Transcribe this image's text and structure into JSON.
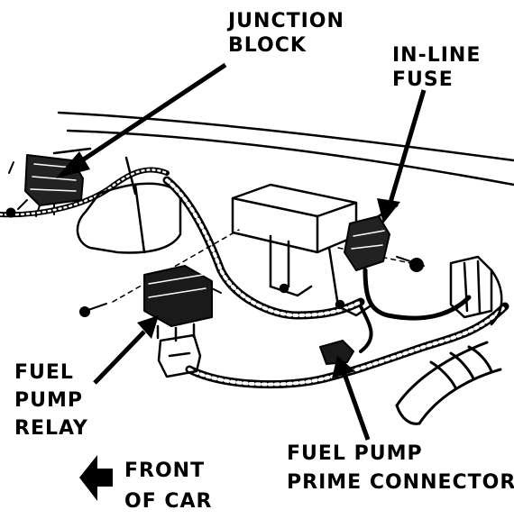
{
  "labels": {
    "junction_block": [
      "JUNCTION",
      "BLOCK"
    ],
    "inline_fuse": [
      "IN-LINE",
      "FUSE"
    ],
    "fuel_pump_relay": [
      "FUEL",
      "PUMP",
      "RELAY"
    ],
    "prime_connector": [
      "FUEL PUMP",
      "PRIME CONNECTOR"
    ],
    "front_of_car": [
      "FRONT",
      "OF CAR"
    ]
  },
  "colors": {
    "ink": "#000000",
    "paper": "#ffffff"
  }
}
